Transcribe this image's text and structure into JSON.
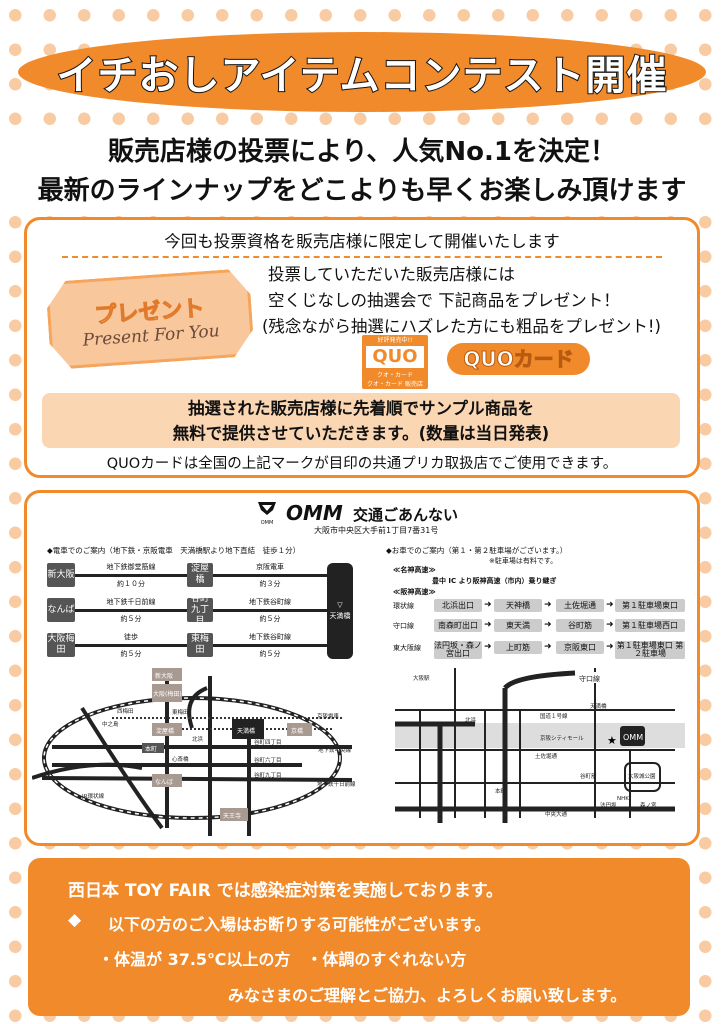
{
  "title": "イチおしアイテムコンテスト開催",
  "subtitle": [
    "販売店様の投票により、人気No.1を決定！",
    "最新のラインナップをどこよりも早くお楽しみ頂けます"
  ],
  "prize": {
    "heading": "今回も投票資格を販売店様に限定して開催いたします",
    "badge": {
      "jp": "プレゼント",
      "en": "Present For You"
    },
    "lines": [
      "投票していただいた販売店様には",
      "空くじなしの抽選会で 下記商品をプレゼント！",
      "(残念ながら抽選にハズレた方にも粗品をプレゼント!)"
    ],
    "quo_logo": {
      "top": "好評発売中!!",
      "mark": "QUO",
      "bottom": "クオ・カード",
      "shop": "クオ・カード 販売店"
    },
    "quo_card": "QUOカード",
    "sample": [
      "抽選された販売店様に先着順でサンプル商品を",
      "無料で提供させていただきます。(数量は当日発表)"
    ],
    "note": "QUOカードは全国の上記マークが目印の共通プリカ取扱店でご使用できます。"
  },
  "access": {
    "brand": "OMM",
    "brand_small": "OMM",
    "title": "交通ごあんない",
    "address": "大阪市中央区大手前1丁目7番31号",
    "train": {
      "heading": "◆電車でのご案内（地下鉄・京阪電車　天満橋駅より地下直結　徒歩１分）",
      "rows": [
        {
          "from": "新大阪",
          "line1": "地下鉄御堂筋線",
          "time1": "約１０分",
          "via": "淀屋橋",
          "line2": "京阪電車",
          "time2": "約３分"
        },
        {
          "from": "なんば",
          "line1": "地下鉄千日前線",
          "time1": "約５分",
          "via": "谷町九丁目",
          "line2": "地下鉄谷町線",
          "time2": "約５分"
        },
        {
          "from": "大阪梅田",
          "line1": "徒歩",
          "time1": "約５分",
          "via": "東梅田",
          "line2": "地下鉄谷町線",
          "time2": "約５分"
        }
      ],
      "dest": "天満橋"
    },
    "car": {
      "heading": "◆お車でのご案内（第１・第２駐車場がございます。）",
      "note": "※駐車場は有料です。",
      "meishin": "≪名神高速≫",
      "meishin_route": "豊中 IC より阪神高速（市内）乗り継ぎ",
      "hanshin": "≪阪神高速≫",
      "routes": [
        {
          "line": "環状線",
          "steps": [
            "北浜出口",
            "天神橋",
            "土佐堀通",
            "第１駐車場東口"
          ]
        },
        {
          "line": "守口線",
          "steps": [
            "南森町出口",
            "東天満",
            "谷町筋",
            "第１駐車場西口"
          ]
        },
        {
          "line": "東大阪線",
          "steps": [
            "法円坂・森ノ宮出口",
            "上町筋",
            "京阪東口",
            "第１駐車場東口 第２駐車場"
          ]
        }
      ]
    },
    "map_left": [
      "新大阪",
      "大阪(梅田)",
      "東梅田",
      "淀屋橋",
      "天満橋",
      "京橋",
      "本町",
      "心斎橋",
      "なんば",
      "谷町九丁目",
      "谷町四丁目",
      "谷町六丁目",
      "天王寺",
      "JR環状線",
      "西梅田",
      "北浜",
      "中之島",
      "地下鉄中央線",
      "地下鉄千日前線",
      "京阪電車"
    ],
    "map_right": [
      "大阪駅",
      "守口線",
      "国道１号線",
      "土佐堀通",
      "中央大通",
      "大阪城公園",
      "NHK",
      "天満橋",
      "京阪シティモール",
      "谷町筋",
      "法円坂",
      "森ノ宮",
      "北浜",
      "本町"
    ]
  },
  "safety": {
    "title": "西日本 TOY FAIR では感染症対策を実施しております。",
    "bullet": "◆",
    "notice": "以下の方のご入場はお断りする可能性がございます。",
    "conditions": "・体温が 37.5℃以上の方　・体調のすぐれない方",
    "closing": "みなさまのご理解とご協力、よろしくお願い致します。"
  },
  "colors": {
    "orange": "#f08a2a",
    "dot": "#f9cba2",
    "peach": "#fbd6b2"
  }
}
